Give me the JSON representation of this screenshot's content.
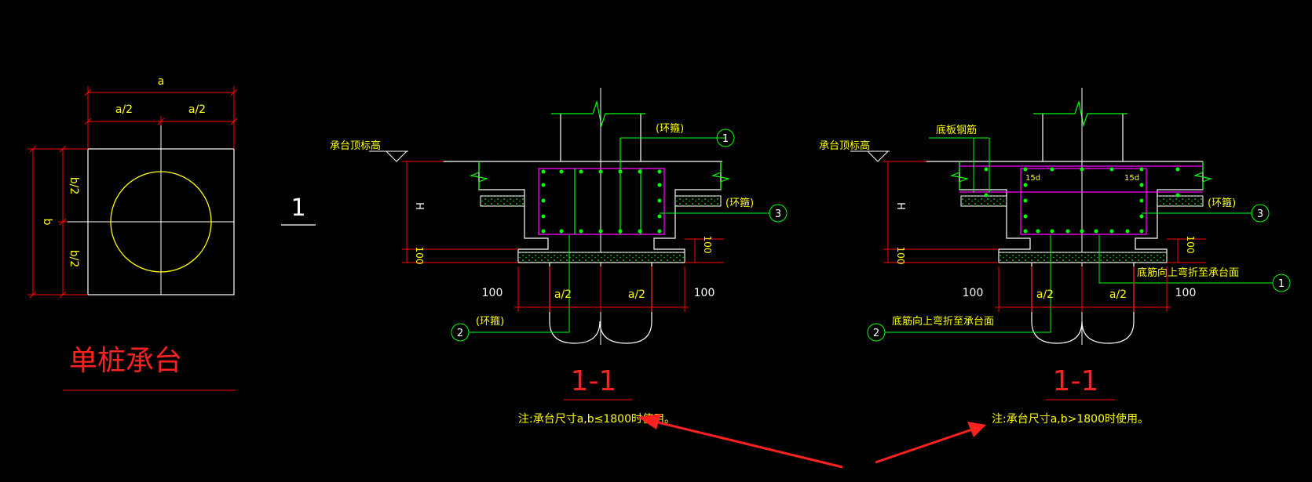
{
  "plan": {
    "dim_a": "a",
    "dim_a_half_1": "a/2",
    "dim_a_half_2": "a/2",
    "dim_b": "b",
    "dim_b_half_1": "b/2",
    "dim_b_half_2": "b/2",
    "title": "单桩承台"
  },
  "section_marker": {
    "label": "1"
  },
  "left_section": {
    "top_label": "承台顶标高",
    "ring_hoop_1": "(环箍)",
    "ring_hoop_3": "(环箍)",
    "ring_hoop_2": "(环箍)",
    "callout_1": "1",
    "callout_2": "2",
    "callout_3": "3",
    "dim_h": "H",
    "dim_100_left": "100",
    "dim_100_right": "100",
    "dim_100_bottom_left": "100",
    "dim_100_bottom_right": "100",
    "dim_a_half_1": "a/2",
    "dim_a_half_2": "a/2",
    "title": "1-1",
    "note": "注:承台尺寸a,b≤1800时使用。"
  },
  "right_section": {
    "top_label": "承台顶标高",
    "bottom_plate_rebar": "底板钢筋",
    "ring_hoop_3": "(环箍)",
    "label_15d_left": "15d",
    "label_15d_right": "15d",
    "bent_up_right": "底筋向上弯折至承台面",
    "bent_up_left": "底筋向上弯折至承台面",
    "callout_1": "1",
    "callout_2": "2",
    "callout_3": "3",
    "dim_h": "H",
    "dim_100_left": "100",
    "dim_100_right": "100",
    "dim_100_bottom_left": "100",
    "dim_100_bottom_right": "100",
    "dim_a_half_1": "a/2",
    "dim_a_half_2": "a/2",
    "title": "1-1",
    "note": "注:承台尺寸a,b>1800时使用。"
  },
  "colors": {
    "background": "#000000",
    "dimension": "#ff0000",
    "text": "#ffff00",
    "rebar": "#00ff00",
    "stirrup": "#ff00ff",
    "outline": "#ffffff",
    "arrow": "#ff2020"
  }
}
